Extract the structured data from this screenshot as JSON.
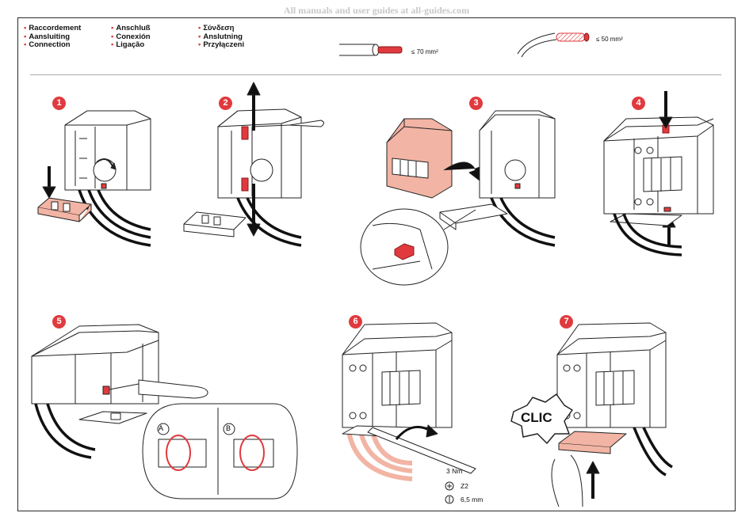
{
  "watermark": "All manuals and user guides at all-guides.com",
  "legend": {
    "col1": [
      "Raccordement",
      "Aansluiting",
      "Connection"
    ],
    "col2": [
      "Anschluß",
      "Conexión",
      "Ligação"
    ],
    "col3": [
      "Σύνδεση",
      "Anslutning",
      "Przyłączeni"
    ]
  },
  "cables": {
    "thin": "≤ 70 mm²",
    "braided": "≤ 50 mm²"
  },
  "steps": [
    "1",
    "2",
    "3",
    "4",
    "5",
    "6",
    "7"
  ],
  "clic": "CLIC",
  "detail_labels": {
    "a": "A",
    "b": "B"
  },
  "specs": {
    "torque": "3 Nm",
    "screwdriver_pz": "Z2",
    "screwdriver_flat": "6,5 mm"
  },
  "colors": {
    "accent": "#e03a3e",
    "part": "#f2b4a4",
    "line": "#222222"
  }
}
